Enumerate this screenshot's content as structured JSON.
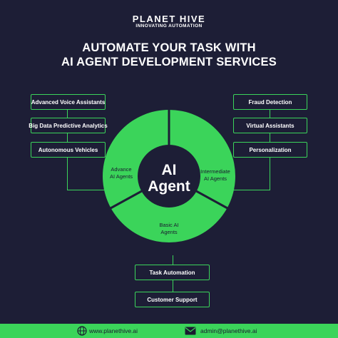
{
  "brand": {
    "name": "PLANET HIVE",
    "tagline": "INNOVATING AUTOMATION"
  },
  "headline": {
    "line1": "AUTOMATE YOUR TASK WITH",
    "line2": "AI AGENT DEVELOPMENT  SERVICES"
  },
  "center": {
    "line1": "AI",
    "line2": "Agent"
  },
  "segments": [
    {
      "line1": "Advance",
      "line2": "AI Agents"
    },
    {
      "line1": "Intermediate",
      "line2": "AI Agents"
    },
    {
      "line1": "Basic AI",
      "line2": "Agents"
    }
  ],
  "left_items": [
    "Advanced Voice Assistants",
    "Big Data Predictive Analytics",
    "Autonomous Vehicles"
  ],
  "right_items": [
    "Fraud Detection",
    "Virtual Assistants",
    "Personalization"
  ],
  "bottom_items": [
    "Task Automation",
    "Customer Support"
  ],
  "footer": {
    "website": "www.planethive.ai",
    "email": "admin@planethive.ai"
  },
  "colors": {
    "background": "#1d1e36",
    "accent": "#3bd45a",
    "center": "#1d1e36"
  },
  "icons": {
    "website": "globe-icon",
    "email": "envelope-icon"
  }
}
